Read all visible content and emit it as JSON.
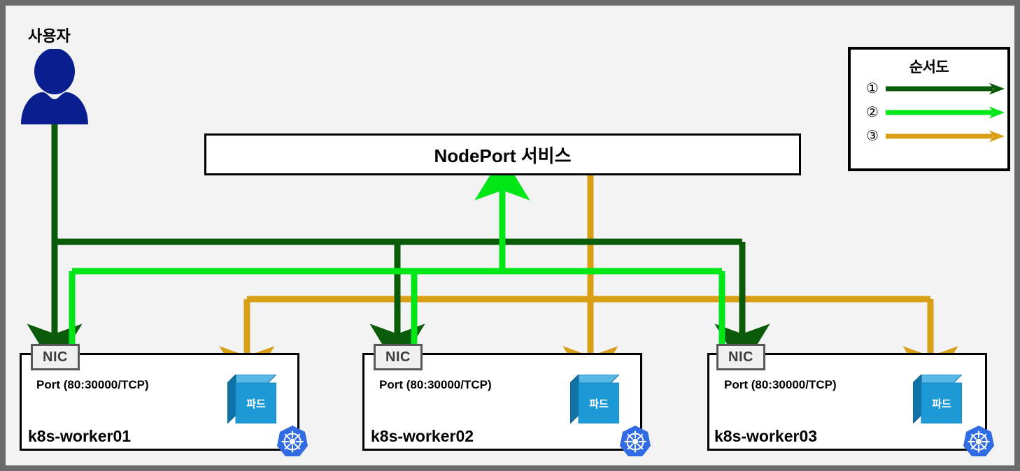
{
  "diagram": {
    "title_context": "Kubernetes NodePort service traffic flow",
    "background_color": "#f3f3f3",
    "frame_color": "#6b6b6b"
  },
  "user": {
    "label": "사용자",
    "icon": "user-person-icon",
    "color": "#0a1f8f"
  },
  "service": {
    "label": "NodePort 서비스",
    "border_color": "#000000",
    "fill": "#ffffff"
  },
  "legend": {
    "title": "순서도",
    "items": [
      {
        "number": "①",
        "color": "#0a5c0a",
        "arrow": "arrow-right"
      },
      {
        "number": "②",
        "color": "#00e616",
        "arrow": "arrow-right"
      },
      {
        "number": "③",
        "color": "#d9a017",
        "arrow": "arrow-right"
      }
    ]
  },
  "flows": {
    "step1_color": "#0a5c0a",
    "step2_color": "#00e616",
    "step3_color": "#d9a017"
  },
  "workers": [
    {
      "name": "k8s-worker01",
      "nic_label": "NIC",
      "port_label": "Port (80:30000/TCP)",
      "pod_label": "파드",
      "logo": "kubernetes-logo"
    },
    {
      "name": "k8s-worker02",
      "nic_label": "NIC",
      "port_label": "Port (80:30000/TCP)",
      "pod_label": "파드",
      "logo": "kubernetes-logo"
    },
    {
      "name": "k8s-worker03",
      "nic_label": "NIC",
      "port_label": "Port (80:30000/TCP)",
      "pod_label": "파드",
      "logo": "kubernetes-logo"
    }
  ],
  "pod": {
    "front_color": "#1d9ad6",
    "top_color": "#57b8e5",
    "side_color": "#1073a8"
  },
  "kubernetes_logo": {
    "color": "#326ce5"
  }
}
